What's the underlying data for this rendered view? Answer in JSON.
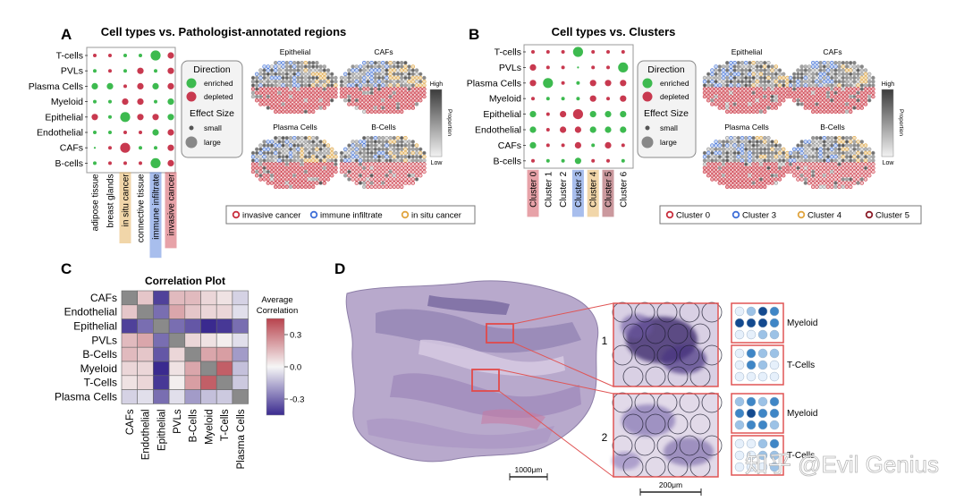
{
  "colors": {
    "enriched": "#3dba4f",
    "depleted": "#c8394f",
    "high": "#3c3c3c",
    "low": "#f2f2f2",
    "pos": "#b8434d",
    "neg": "#3a2a8f",
    "invasive": "#c9303f",
    "immune": "#3f6fd8",
    "insitu": "#e0a540",
    "cluster5": "#8b1c28",
    "grey": "#8a8a8a",
    "frame": "#e05555"
  },
  "panelA": {
    "letter": "A",
    "title": "Cell types vs.  Pathologist-annotated regions",
    "rows": [
      "T-cells",
      "PVLs",
      "Plasma Cells",
      "Myeloid",
      "Epithelial",
      "Endothelial",
      "CAFs",
      "B-cells"
    ],
    "cols": [
      "adipose tissue",
      "breast glands",
      "in situ cancer",
      "connective tissue",
      "immune infiltrate",
      "invasive cancer"
    ],
    "col_highlight": [
      "",
      "",
      "insitu",
      "",
      "immune",
      "invasive"
    ],
    "matrix": [
      [
        [
          "d",
          1
        ],
        [
          "d",
          1
        ],
        [
          "e",
          1
        ],
        [
          "e",
          1
        ],
        [
          "e",
          3
        ],
        [
          "d",
          2
        ]
      ],
      [
        [
          "e",
          1
        ],
        [
          "d",
          1
        ],
        [
          "e",
          1
        ],
        [
          "d",
          2
        ],
        [
          "e",
          1
        ],
        [
          "d",
          2
        ]
      ],
      [
        [
          "e",
          2
        ],
        [
          "e",
          2
        ],
        [
          "d",
          1
        ],
        [
          "d",
          2
        ],
        [
          "e",
          2
        ],
        [
          "d",
          2
        ]
      ],
      [
        [
          "e",
          1
        ],
        [
          "e",
          1
        ],
        [
          "d",
          2
        ],
        [
          "d",
          2
        ],
        [
          "e",
          1
        ],
        [
          "e",
          2
        ]
      ],
      [
        [
          "d",
          2
        ],
        [
          "e",
          1
        ],
        [
          "e",
          3
        ],
        [
          "d",
          2
        ],
        [
          "d",
          2
        ],
        [
          "e",
          2
        ]
      ],
      [
        [
          "e",
          1
        ],
        [
          "e",
          1
        ],
        [
          "d",
          1
        ],
        [
          "d",
          1
        ],
        [
          "e",
          2
        ],
        [
          "d",
          2
        ]
      ],
      [
        [
          "e",
          0
        ],
        [
          "d",
          1
        ],
        [
          "d",
          3
        ],
        [
          "e",
          1
        ],
        [
          "e",
          1
        ],
        [
          "d",
          2
        ]
      ],
      [
        [
          "e",
          1
        ],
        [
          "d",
          1
        ],
        [
          "d",
          1
        ],
        [
          "d",
          1
        ],
        [
          "e",
          3
        ],
        [
          "d",
          2
        ]
      ]
    ],
    "legend": {
      "direction": "Direction",
      "enriched": "enriched",
      "depleted": "depleted",
      "effect": "Effect Size",
      "small": "small",
      "large": "large"
    },
    "maps": [
      "Epithelial",
      "CAFs",
      "Plasma Cells",
      "B-Cells"
    ],
    "colorbar": {
      "high": "High",
      "low": "Low",
      "label": "Proportion"
    },
    "bottom_legend": [
      {
        "label": "invasive cancer",
        "color": "invasive"
      },
      {
        "label": "immune infiltrate",
        "color": "immune"
      },
      {
        "label": "in situ cancer",
        "color": "insitu"
      }
    ]
  },
  "panelB": {
    "letter": "B",
    "title": "Cell types vs.  Clusters",
    "rows": [
      "T-cells",
      "PVLs",
      "Plasma Cells",
      "Myeloid",
      "Epithelial",
      "Endothelial",
      "CAFs",
      "B-cells"
    ],
    "cols": [
      "Cluster 0",
      "Cluster 1",
      "Cluster 2",
      "Cluster 3",
      "Cluster 4",
      "Cluster 5",
      "Cluster 6"
    ],
    "col_highlight": [
      "invasive",
      "",
      "",
      "immune",
      "insitu",
      "cluster5",
      ""
    ],
    "matrix": [
      [
        [
          "d",
          1
        ],
        [
          "d",
          1
        ],
        [
          "d",
          1
        ],
        [
          "e",
          3
        ],
        [
          "d",
          1
        ],
        [
          "d",
          1
        ],
        [
          "d",
          1
        ]
      ],
      [
        [
          "d",
          2
        ],
        [
          "d",
          1
        ],
        [
          "d",
          1
        ],
        [
          "e",
          0
        ],
        [
          "d",
          1
        ],
        [
          "d",
          1
        ],
        [
          "e",
          3
        ]
      ],
      [
        [
          "d",
          2
        ],
        [
          "e",
          3
        ],
        [
          "d",
          1
        ],
        [
          "e",
          1
        ],
        [
          "d",
          2
        ],
        [
          "d",
          2
        ],
        [
          "d",
          2
        ]
      ],
      [
        [
          "d",
          1
        ],
        [
          "e",
          1
        ],
        [
          "e",
          1
        ],
        [
          "e",
          1
        ],
        [
          "d",
          2
        ],
        [
          "d",
          1
        ],
        [
          "d",
          2
        ]
      ],
      [
        [
          "e",
          2
        ],
        [
          "d",
          1
        ],
        [
          "d",
          2
        ],
        [
          "d",
          3
        ],
        [
          "e",
          2
        ],
        [
          "e",
          2
        ],
        [
          "e",
          2
        ]
      ],
      [
        [
          "e",
          2
        ],
        [
          "d",
          1
        ],
        [
          "d",
          2
        ],
        [
          "d",
          2
        ],
        [
          "e",
          2
        ],
        [
          "e",
          2
        ],
        [
          "e",
          2
        ]
      ],
      [
        [
          "e",
          2
        ],
        [
          "d",
          1
        ],
        [
          "d",
          1
        ],
        [
          "d",
          2
        ],
        [
          "e",
          1
        ],
        [
          "d",
          2
        ],
        [
          "d",
          1
        ]
      ],
      [
        [
          "d",
          1
        ],
        [
          "e",
          1
        ],
        [
          "e",
          1
        ],
        [
          "e",
          2
        ],
        [
          "d",
          1
        ],
        [
          "d",
          1
        ],
        [
          "e",
          1
        ]
      ]
    ],
    "legend": {
      "direction": "Direction",
      "enriched": "enriched",
      "depleted": "depleted",
      "effect": "Effect Size",
      "small": "small",
      "large": "large"
    },
    "maps": [
      "Epithelial",
      "CAFs",
      "Plasma Cells",
      "B-Cells"
    ],
    "colorbar": {
      "high": "High",
      "low": "Low",
      "label": "Proportion"
    },
    "bottom_legend": [
      {
        "label": "Cluster 0",
        "color": "invasive"
      },
      {
        "label": "Cluster 3",
        "color": "immune"
      },
      {
        "label": "Cluster 4",
        "color": "insitu"
      },
      {
        "label": "Cluster 5",
        "color": "cluster5"
      }
    ]
  },
  "panelC": {
    "letter": "C",
    "title": "Correlation Plot",
    "labels": [
      "CAFs",
      "Endothelial",
      "Epithelial",
      "PVLs",
      "B-Cells",
      "Myeloid",
      "T-Cells",
      "Plasma Cells"
    ],
    "matrix": [
      [
        null,
        0.12,
        -0.4,
        0.15,
        0.15,
        0.08,
        0.05,
        -0.08
      ],
      [
        0.12,
        null,
        -0.3,
        0.2,
        0.12,
        0.08,
        0.08,
        -0.05
      ],
      [
        -0.4,
        -0.3,
        null,
        -0.3,
        -0.35,
        -0.45,
        -0.42,
        -0.3
      ],
      [
        0.15,
        0.2,
        -0.3,
        null,
        0.08,
        0.05,
        0.02,
        -0.05
      ],
      [
        0.15,
        0.12,
        -0.35,
        0.08,
        null,
        0.2,
        0.22,
        -0.2
      ],
      [
        0.08,
        0.08,
        -0.45,
        0.05,
        0.2,
        null,
        0.38,
        -0.12
      ],
      [
        0.05,
        0.08,
        -0.42,
        0.02,
        0.22,
        0.38,
        null,
        -0.1
      ],
      [
        -0.08,
        -0.05,
        -0.3,
        -0.05,
        -0.2,
        -0.12,
        -0.1,
        null
      ]
    ],
    "legend_title": [
      "Average",
      "Correlation"
    ],
    "ticks": [
      "0.3",
      "0.0",
      "-0.3"
    ],
    "tick_values": [
      0.3,
      0.0,
      -0.3
    ]
  },
  "panelD": {
    "letter": "D",
    "scale_main": "1000μm",
    "scale_zoom": "200μm",
    "zooms": [
      "1",
      "2"
    ],
    "grid_labels": [
      "Myeloid",
      "T-Cells",
      "Myeloid",
      "T-Cells"
    ],
    "grid_levels": [
      [
        [
          0,
          1,
          3,
          2
        ],
        [
          3,
          3,
          3,
          2
        ],
        [
          0,
          0,
          1,
          1
        ]
      ],
      [
        [
          0,
          2,
          1,
          1
        ],
        [
          0,
          2,
          1,
          0
        ],
        [
          0,
          0,
          0,
          0
        ]
      ],
      [
        [
          1,
          2,
          1,
          2
        ],
        [
          2,
          3,
          2,
          2
        ],
        [
          1,
          2,
          2,
          1
        ]
      ],
      [
        [
          0,
          0,
          1,
          2
        ],
        [
          0,
          0,
          1,
          1
        ],
        [
          0,
          0,
          0,
          1
        ]
      ]
    ]
  },
  "watermark": "知乎 @Evil Genius"
}
